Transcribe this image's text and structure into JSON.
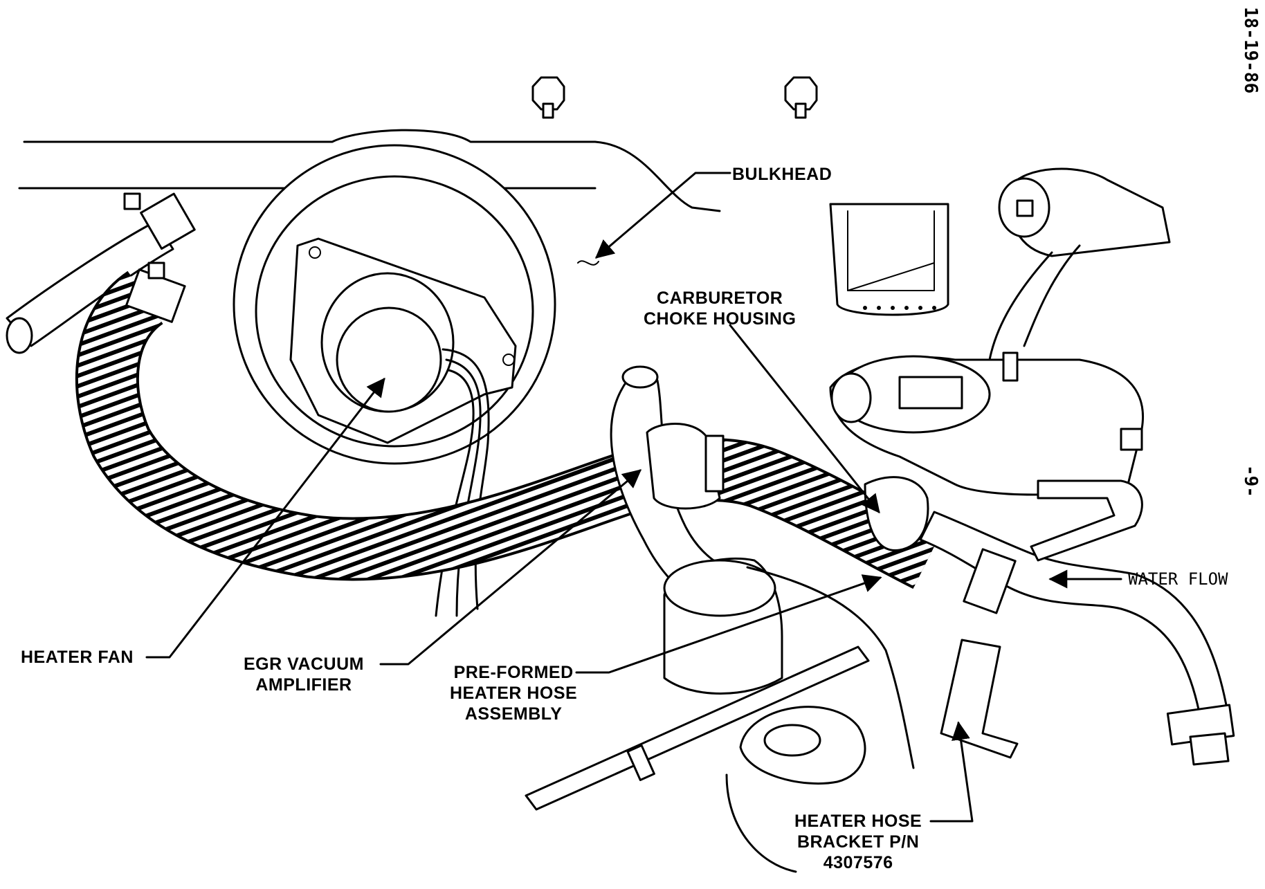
{
  "diagram": {
    "side_code": "18-19-86",
    "page_number": "-9-",
    "labels": {
      "bulkhead": "BULKHEAD",
      "carburetor_line1": "CARBURETOR",
      "carburetor_line2": "CHOKE HOUSING",
      "heater_fan": "HEATER FAN",
      "egr_line1": "EGR VACUUM",
      "egr_line2": "AMPLIFIER",
      "hose_line1": "PRE-FORMED",
      "hose_line2": "HEATER HOSE",
      "hose_line3": "ASSEMBLY",
      "water_flow": "WATER FLOW",
      "bracket_line1": "HEATER HOSE",
      "bracket_line2": "BRACKET P/N",
      "bracket_line3": "4307576"
    },
    "colors": {
      "ink": "#000000",
      "paper": "#ffffff"
    }
  }
}
